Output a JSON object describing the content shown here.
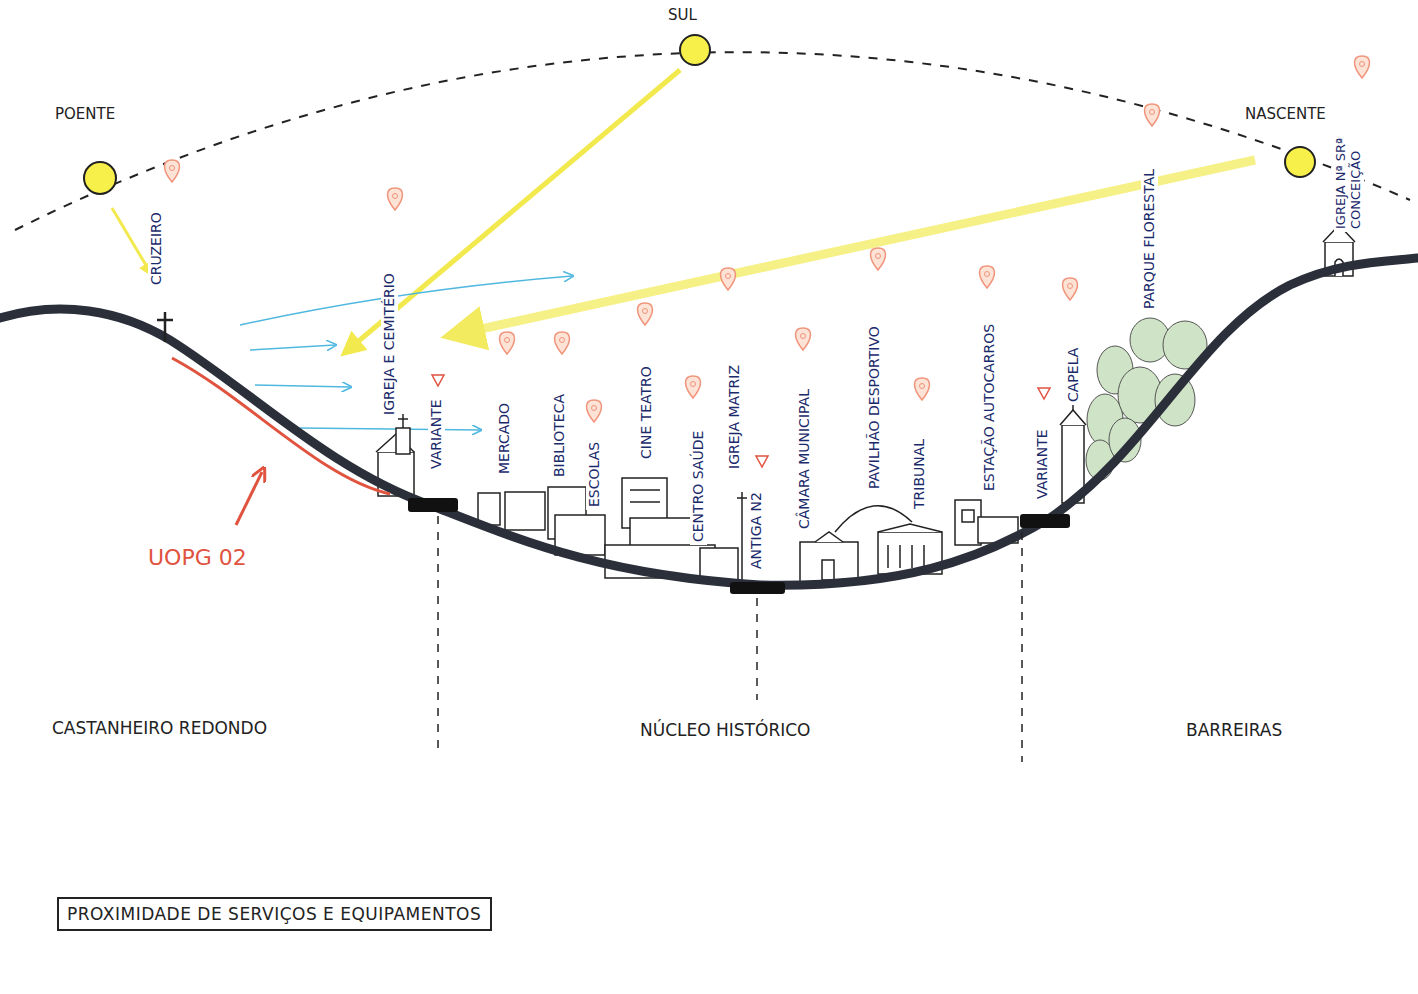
{
  "diagram": {
    "nodes": [
      {
        "text": [
          "PROXIMIDADE DE SERVIÇOS E EQUIPAMENTOS"
        ]
      }
    ],
    "labels": [
      "SUL",
      "POENTE",
      "NASCENTE",
      "CRUZEIRO",
      "IGREJA E CEMITÉRIO",
      "VARIANTE",
      "MERCADO",
      "BIBLIOTECA",
      "ESCOLAS",
      "CINE TEATRO",
      "CENTRO SAÚDE",
      "IGREJA MATRIZ",
      "ANTIGA N2",
      "CÂMARA MUNICIPAL",
      "PAVILHÃO DESPORTIVO",
      "TRIBUNAL",
      "ESTAÇÃO AUTOCARROS",
      "VARIANTE",
      "CAPELA",
      "PARQUE FLORESTAL",
      "IGREJA Nª SRª CONCEIÇÃO",
      "UOPG 02",
      "CASTANHEIRO REDONDO",
      "NÚCLEO HISTÓRICO",
      "BARREIRAS"
    ]
  }
}
